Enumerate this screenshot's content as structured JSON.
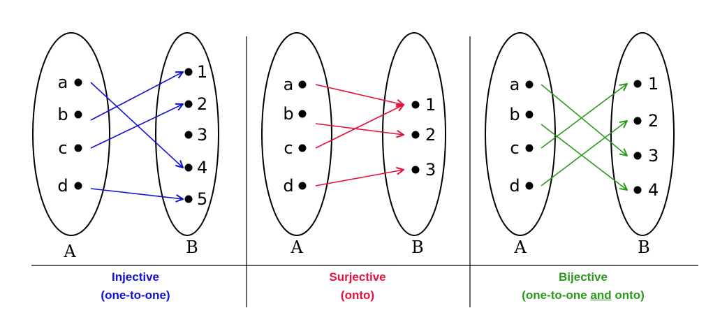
{
  "panels": [
    {
      "name": "injective",
      "color": "#1010d0",
      "setA_label": "A",
      "setB_label": "B",
      "domain": [
        "a",
        "b",
        "c",
        "d"
      ],
      "codomain": [
        "1",
        "2",
        "3",
        "4",
        "5"
      ],
      "mapping": [
        [
          "a",
          "4"
        ],
        [
          "b",
          "1"
        ],
        [
          "c",
          "2"
        ],
        [
          "d",
          "5"
        ]
      ],
      "caption_line1": "Injective",
      "caption_line2": "(one-to-one)"
    },
    {
      "name": "surjective",
      "color": "#e8103c",
      "setA_label": "A",
      "setB_label": "B",
      "domain": [
        "a",
        "b",
        "c",
        "d"
      ],
      "codomain": [
        "1",
        "2",
        "3"
      ],
      "mapping": [
        [
          "a",
          "1"
        ],
        [
          "b",
          "2"
        ],
        [
          "c",
          "1"
        ],
        [
          "d",
          "3"
        ]
      ],
      "caption_line1": "Surjective",
      "caption_line2": "(onto)"
    },
    {
      "name": "bijective",
      "color": "#2a9a1a",
      "setA_label": "A",
      "setB_label": "B",
      "domain": [
        "a",
        "b",
        "c",
        "d"
      ],
      "codomain": [
        "1",
        "2",
        "3",
        "4"
      ],
      "mapping": [
        [
          "a",
          "3"
        ],
        [
          "b",
          "4"
        ],
        [
          "c",
          "1"
        ],
        [
          "d",
          "2"
        ]
      ],
      "caption_line1": "Bijective",
      "caption_line2_pre": "(one-to-one ",
      "caption_line2_em": "and",
      "caption_line2_post": " onto)"
    }
  ]
}
